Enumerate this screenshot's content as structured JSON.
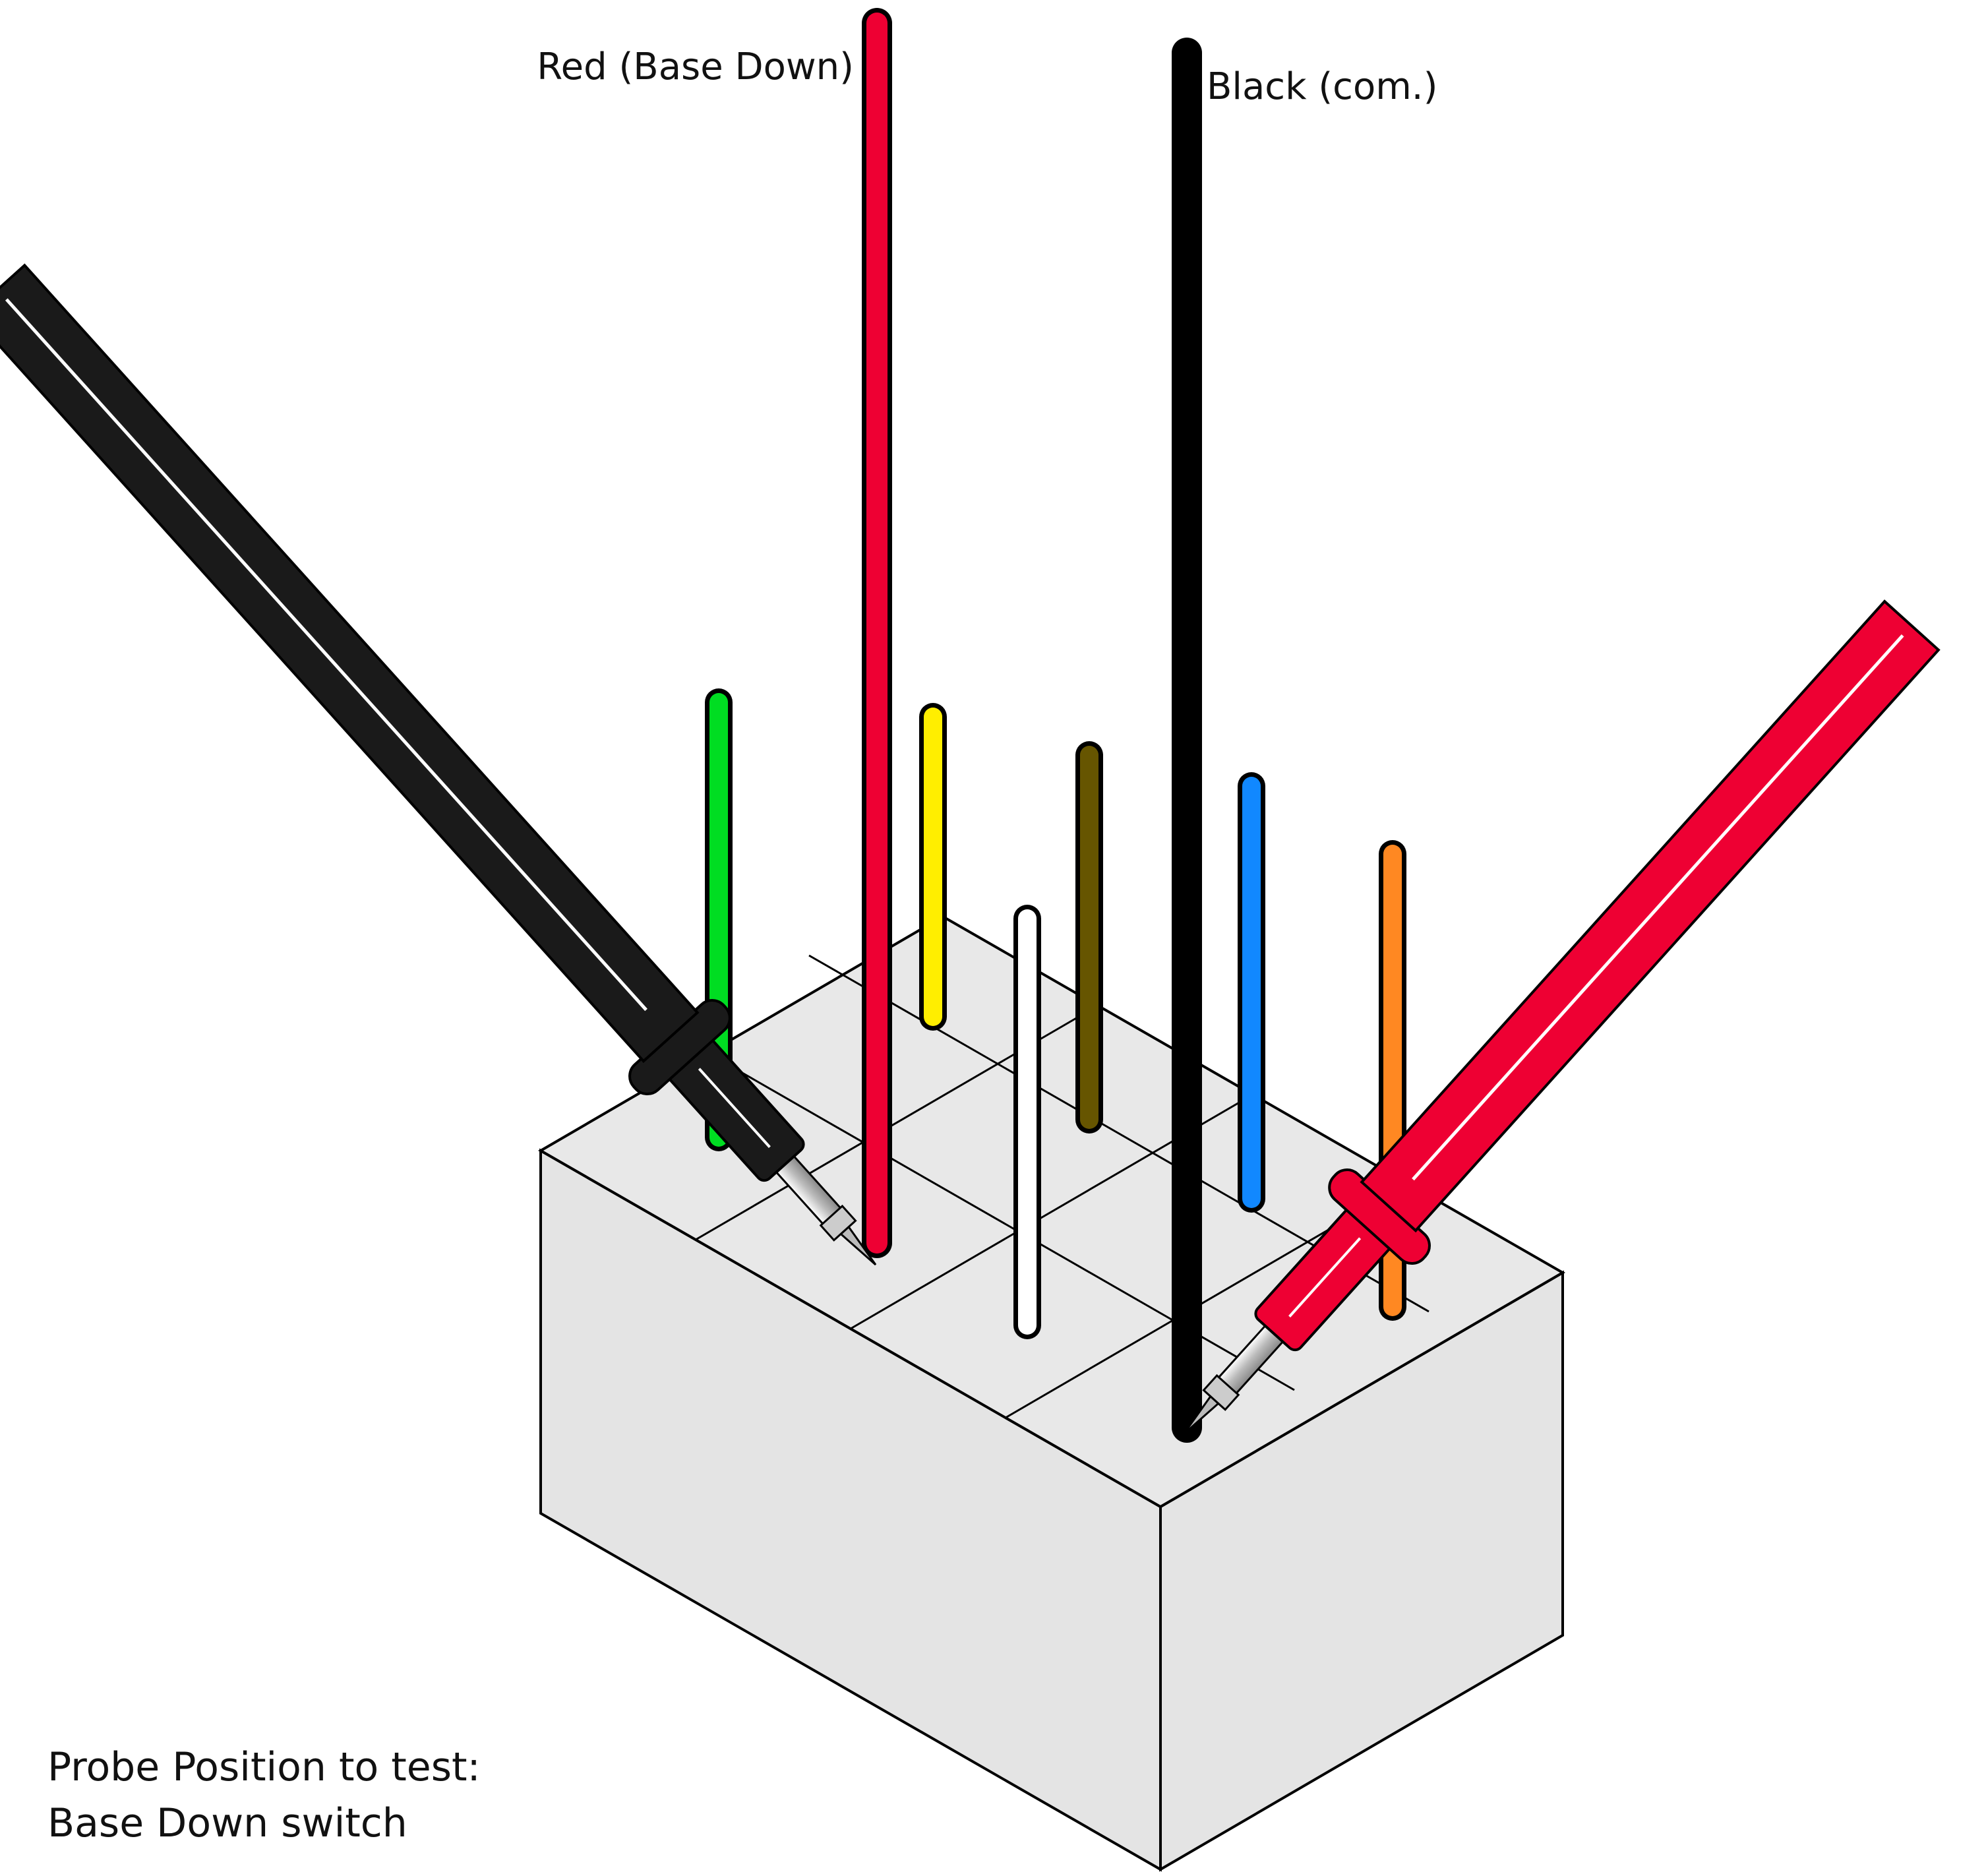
{
  "labels": {
    "red_wire": "Red (Base Down)",
    "black_wire": "Black (com.)"
  },
  "caption": {
    "line1": "Probe Position to test:",
    "line2": "Base Down switch"
  },
  "colors": {
    "connector_face": "#e4e4e4",
    "connector_top": "#e8e8e8",
    "outline": "#000000",
    "wire_green": "#00dd22",
    "wire_red": "#ee0033",
    "wire_yellow": "#ffee00",
    "wire_white": "#ffffff",
    "wire_olive": "#665500",
    "wire_black": "#000000",
    "wire_blue": "#1188ff",
    "wire_orange": "#ff8822",
    "probe_black": "#1a1a1a",
    "probe_red": "#ee0033",
    "probe_tip": "#aaaaaa"
  },
  "icons": {
    "black_probe": "black-probe-icon",
    "red_probe": "red-probe-icon"
  }
}
